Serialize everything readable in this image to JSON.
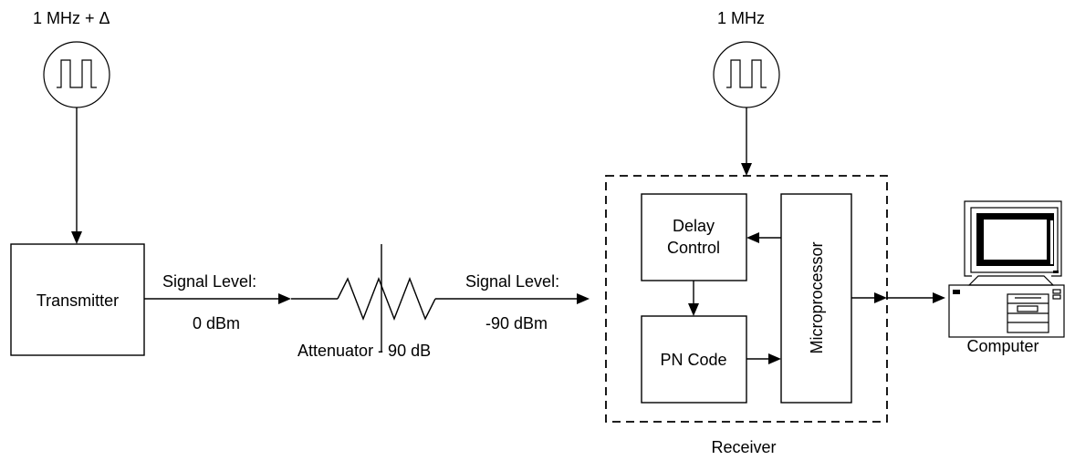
{
  "transmitter_clock": {
    "label": "1 MHz + Δ",
    "icon": "square-wave-source-icon"
  },
  "receiver_clock": {
    "label": "1 MHz",
    "icon": "square-wave-source-icon"
  },
  "transmitter": {
    "label": "Transmitter"
  },
  "signal_in": {
    "label": "Signal Level:",
    "value": "0 dBm"
  },
  "attenuator": {
    "label": "Attenuator - 90 dB",
    "icon": "variable-resistor-icon"
  },
  "signal_out": {
    "label": "Signal Level:",
    "value": "-90 dBm"
  },
  "receiver": {
    "label": "Receiver",
    "delay_control": {
      "line1": "Delay",
      "line2": "Control"
    },
    "pn_code": {
      "label": "PN Code"
    },
    "microprocessor": {
      "label": "Microprocessor"
    }
  },
  "computer": {
    "label": "Computer",
    "icon": "desktop-computer-icon"
  }
}
